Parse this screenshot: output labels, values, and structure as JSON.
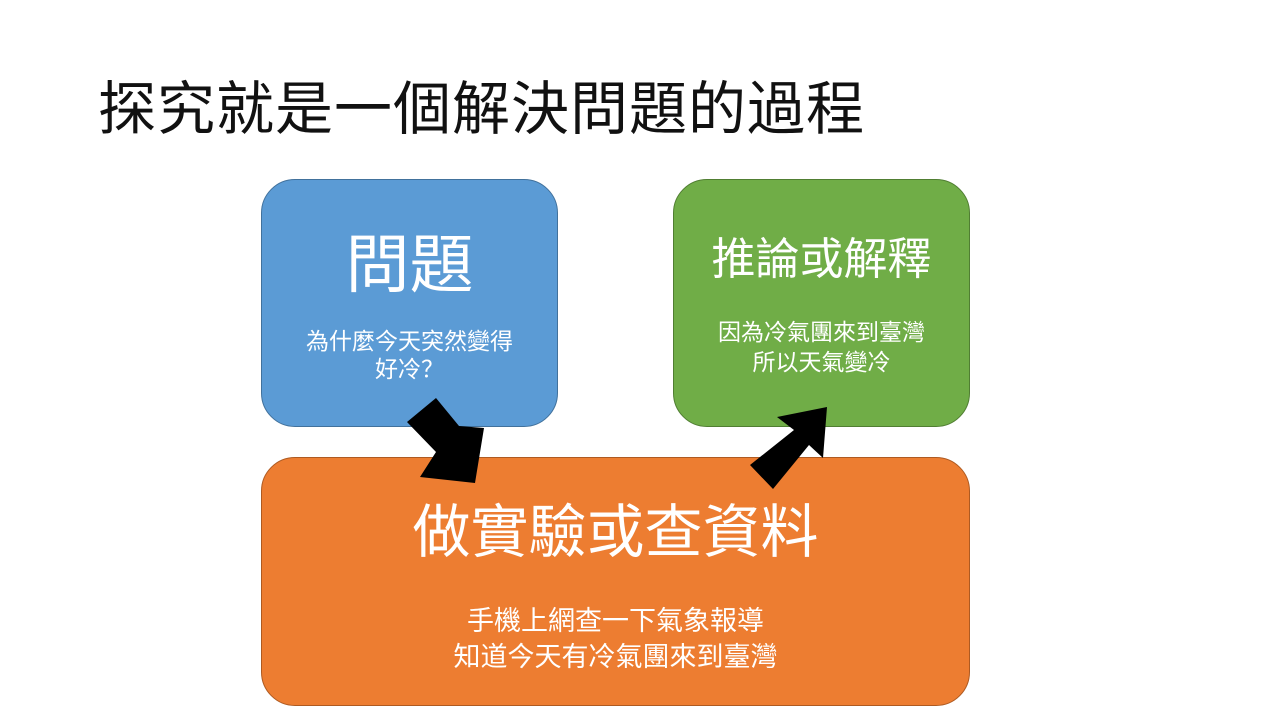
{
  "title": "探究就是一個解決問題的過程",
  "boxes": {
    "question": {
      "heading": "問題",
      "lines": [
        "為什麼今天突然變得",
        "好冷？"
      ],
      "color": "#5b9bd5"
    },
    "experiment": {
      "heading": "做實驗或查資料",
      "lines": [
        "手機上網查一下氣象報導",
        "知道今天有冷氣團來到臺灣"
      ],
      "color": "#ed7d31"
    },
    "conclusion": {
      "heading": "推論或解釋",
      "lines": [
        "因為冷氣團來到臺灣",
        "所以天氣變冷"
      ],
      "color": "#70ad47"
    }
  },
  "arrows": {
    "color": "#000000"
  }
}
